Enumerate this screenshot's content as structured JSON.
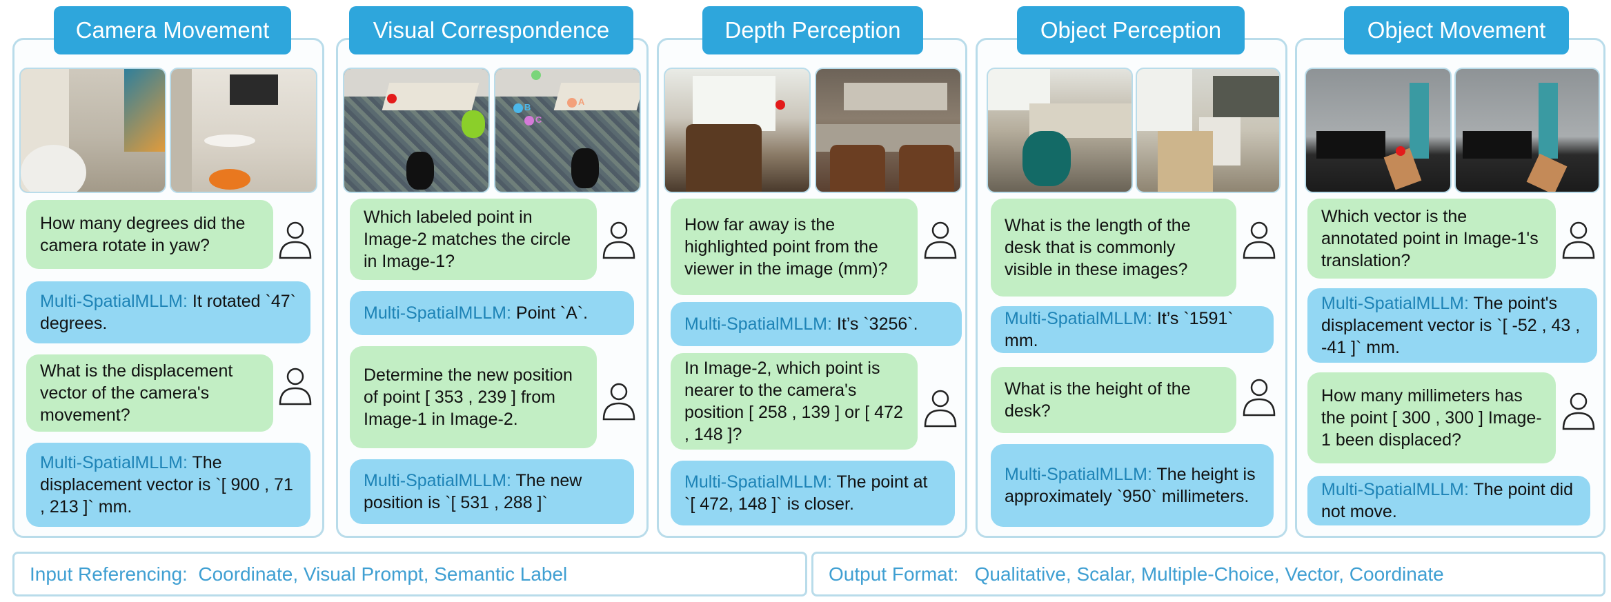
{
  "panels": [
    {
      "title": "Camera Movement",
      "qa": [
        {
          "q": "How many degrees did the camera rotate in yaw?",
          "model": "Multi-SpatialMLLM:",
          "a": "It rotated `47` degrees."
        },
        {
          "q": "What is the displacement vector of the camera's movement?",
          "model": "Multi-SpatialMLLM:",
          "a": "The displacement vector is `[ 900 , 71 , 213 ]` mm."
        }
      ]
    },
    {
      "title": "Visual Correspondence",
      "image_labels": [
        "A",
        "B",
        "C"
      ],
      "qa": [
        {
          "q": "Which labeled point in Image-2 matches the circle in Image-1?",
          "model": "Multi-SpatialMLLM:",
          "a": "Point `A`."
        },
        {
          "q": "Determine the new position of point [ 353 , 239 ] from Image-1 in Image-2.",
          "model": "Multi-SpatialMLLM:",
          "a": "The new position is `[ 531 , 288 ]`"
        }
      ]
    },
    {
      "title": "Depth Perception",
      "qa": [
        {
          "q": "How far away is the highlighted point from the viewer in the image (mm)?",
          "model": "Multi-SpatialMLLM:",
          "a": "It’s `3256`."
        },
        {
          "q": "In Image-2, which point is nearer to the camera's position [ 258 , 139 ] or [ 472 , 148 ]?",
          "model": "Multi-SpatialMLLM:",
          "a": "The point at `[ 472, 148 ]` is closer."
        }
      ]
    },
    {
      "title": "Object Perception",
      "qa": [
        {
          "q": "What is the length of the desk that is commonly visible in these images?",
          "model": "Multi-SpatialMLLM:",
          "a": "It’s `1591` mm."
        },
        {
          "q": "What is the height of the desk?",
          "model": "Multi-SpatialMLLM:",
          "a": "The height is approximately `950` millimeters."
        }
      ]
    },
    {
      "title": "Object Movement",
      "qa": [
        {
          "q": "Which vector is the annotated point in Image-1's translation?",
          "model": "Multi-SpatialMLLM:",
          "a": "The point's displacement vector is `[ -52 , 43 , -41 ]` mm."
        },
        {
          "q": "How many millimeters has the point [ 300 , 300 ] Image-1 been displaced?",
          "model": "Multi-SpatialMLLM:",
          "a": "The point did not move."
        }
      ]
    }
  ],
  "footer": {
    "input": "Input Referencing:  Coordinate, Visual Prompt, Semantic Label",
    "output": "Output Format:   Qualitative, Scalar, Multiple-Choice, Vector, Coordinate"
  },
  "colors": {
    "title_bg": "#2ea6dc",
    "question_bg": "#c2eec4",
    "answer_bg": "#93d7f3",
    "model_text": "#1d83b6",
    "border": "#b9dcea"
  }
}
